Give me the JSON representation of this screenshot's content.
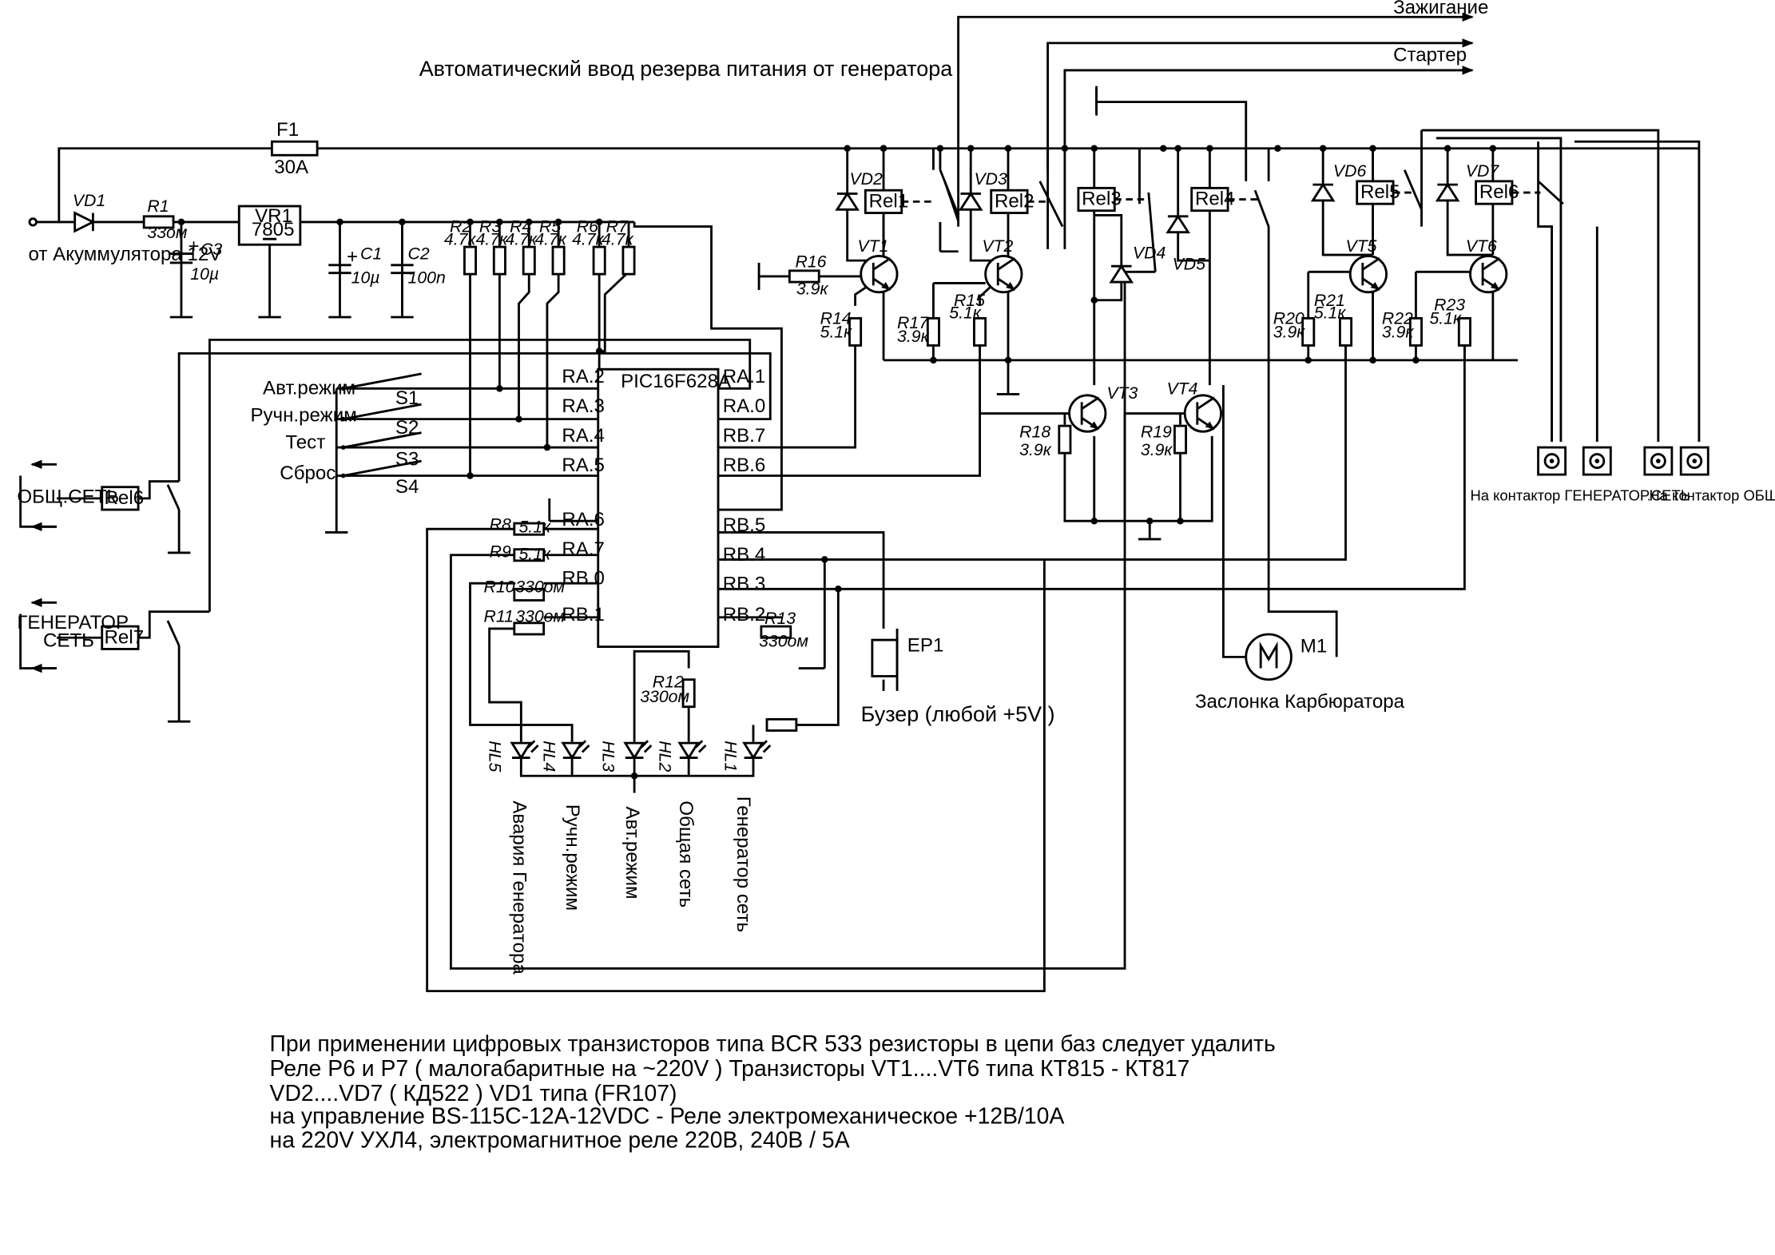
{
  "title": "Автоматический ввод резерва питания от генератора",
  "outputs": {
    "ignition": "Зажигание",
    "starter": "Стартер"
  },
  "input_label": "от Акуммулятора 12V",
  "fuse": {
    "ref": "F1",
    "value": "30A"
  },
  "regulator": {
    "ref": "VR1",
    "type": "7805"
  },
  "mcu": "PIC16F628A",
  "mcu_pins_left": [
    "RA.2",
    "RA.3",
    "RA.4",
    "RA.5",
    "RA.6",
    "RA.7",
    "RB.0",
    "RB.1"
  ],
  "mcu_pins_right": [
    "RA.1",
    "RA.0",
    "RB.7",
    "RB.6",
    "RB.5",
    "RB.4",
    "RB.3",
    "RB.2"
  ],
  "switches": [
    {
      "label": "Авт.режим",
      "ref": "S1"
    },
    {
      "label": "Ручн.режим",
      "ref": "S2"
    },
    {
      "label": "Тест",
      "ref": "S3"
    },
    {
      "label": "Сброс",
      "ref": "S4"
    }
  ],
  "resistors": {
    "R1": "33ом",
    "R2": "4.7к",
    "R3": "4.7к",
    "R4": "4.7к",
    "R5": "4.7к",
    "R6": "4.7к",
    "R7": "4.7к",
    "R8": "5.1к",
    "R9": "5.1к",
    "R10": "330ом",
    "R11": "330ом",
    "R12": "330ом",
    "R13": "330ом",
    "R14": "5.1к",
    "R15": "5.1к",
    "R16": "3.9к",
    "R17": "3.9к",
    "R18": "3.9к",
    "R19": "3.9к",
    "R20": "3.9к",
    "R21": "5.1к",
    "R22": "3.9к",
    "R23": "5.1к"
  },
  "capacitors": {
    "C1": "10µ",
    "C2": "100n",
    "C3": "10µ"
  },
  "diodes": [
    "VD1",
    "VD2",
    "VD3",
    "VD4",
    "VD5",
    "VD6",
    "VD7"
  ],
  "transistors": [
    "VT1",
    "VT2",
    "VT3",
    "VT4",
    "VT5",
    "VT6"
  ],
  "relays": [
    "Rel1",
    "Rel2",
    "Rel3",
    "Rel4",
    "Rel5",
    "Rel6"
  ],
  "left_relays": [
    {
      "line1": "ОБЩ.СЕТЬ",
      "line2": "",
      "relay": "Rel6"
    },
    {
      "line1": "ГЕНЕРАТОР",
      "line2": "СЕТЬ",
      "relay": "Rel7"
    }
  ],
  "leds": [
    {
      "ref": "HL5",
      "label": "Авария Генератора"
    },
    {
      "ref": "HL4",
      "label": "Ручн.режим"
    },
    {
      "ref": "HL3",
      "label": "Авт.режим"
    },
    {
      "ref": "HL2",
      "label": "Общая сеть"
    },
    {
      "ref": "HL1",
      "label": "Генератор сеть"
    }
  ],
  "buzzer": {
    "ref": "EP1",
    "label": "Бузер (любой +5V )"
  },
  "motor": {
    "ref": "M1",
    "label": "Заслонка Карбюратора"
  },
  "contacts": {
    "generator": "На контактор ГЕНЕРАТОР.СЕТЬ",
    "common": "На контактор ОБЩ.СЕТИ"
  },
  "notes": [
    "При применении цифровых транзисторов типа BCR 533  резисторы в цепи баз следует удалить",
    "Реле Р6 и Р7 ( малогабаритные на ~220V ) Транзисторы VT1....VT6  типа КТ815 - КТ817",
    "VD2....VD7 ( КД522 )   VD1 типа (FR107)",
    "на управление BS-115C-12A-12VDC - Реле электромеханическое +12В/10А",
    "на 220V УХЛ4, электромагнитное реле 220В, 240В / 5А"
  ]
}
